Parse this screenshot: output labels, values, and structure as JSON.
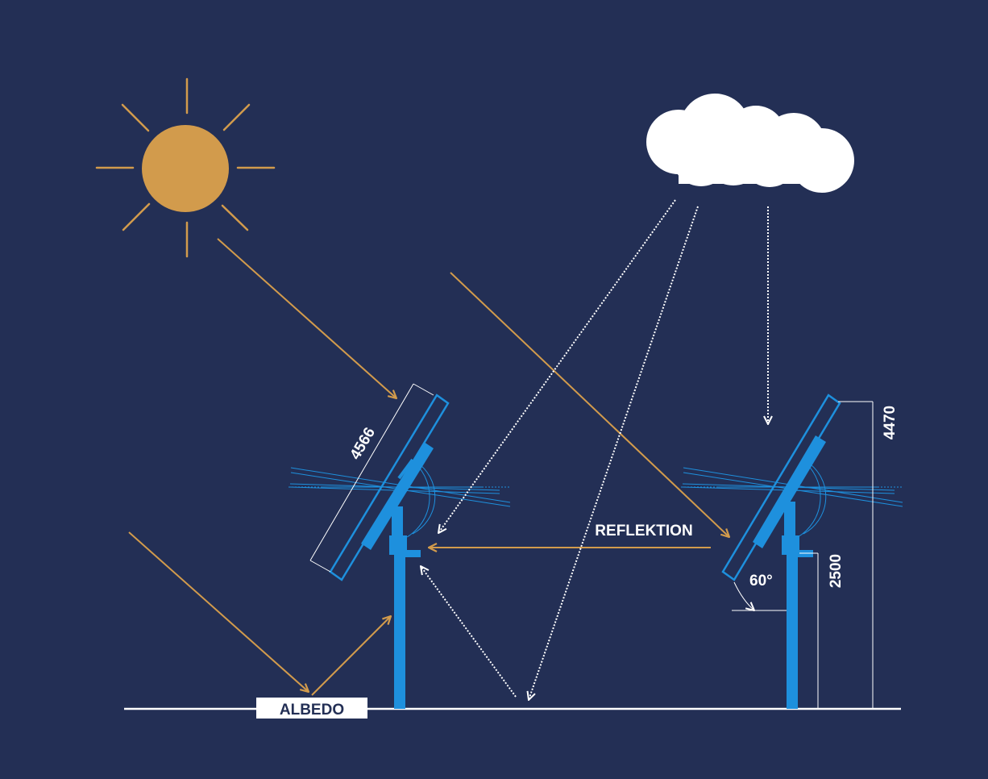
{
  "colors": {
    "background": "#232f55",
    "sun": "#d29b4c",
    "sunlight_ray": "#d29b4c",
    "cloud": "#ffffff",
    "diffuse_ray": "#ffffff",
    "panel": "#1e90dd",
    "ground": "#ffffff",
    "dimension_line": "#ffffff"
  },
  "icons": {
    "sun": "sun-icon",
    "cloud": "cloud-icon"
  },
  "labels": {
    "albedo": "ALBEDO",
    "reflection": "REFLEKTION",
    "panel_length": "4566",
    "total_height": "4470",
    "pole_height": "2500",
    "tilt_angle": "60°"
  }
}
